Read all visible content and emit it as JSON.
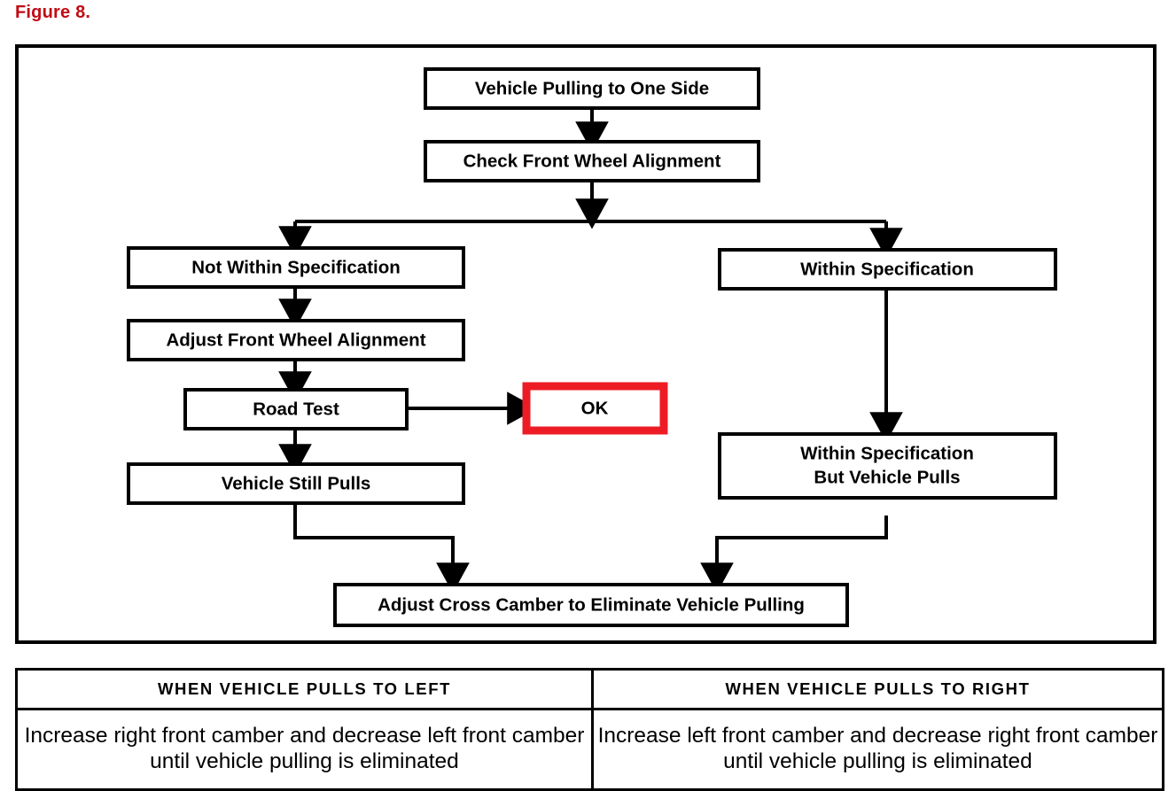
{
  "figure": {
    "label": "Figure 8.",
    "label_color": "#C10B15"
  },
  "flowchart": {
    "type": "flowchart",
    "nodes": {
      "start": "Vehicle Pulling to One Side",
      "check": "Check Front Wheel Alignment",
      "not_within_spec": "Not Within Specification",
      "adjust_alignment": "Adjust Front Wheel Alignment",
      "road_test": "Road Test",
      "ok": "OK",
      "vehicle_still_pulls": "Vehicle Still Pulls",
      "within_spec": "Within Specification",
      "within_spec_but_pulls_line1": "Within Specification",
      "within_spec_but_pulls_line2": "But Vehicle Pulls",
      "adjust_cross_camber": "Adjust Cross Camber to Eliminate Vehicle Pulling"
    },
    "ok_box_color": "#ED1C24",
    "line_color": "#000000",
    "edges": [
      {
        "from": "start",
        "to": "check"
      },
      {
        "from": "check",
        "to": "not_within_spec"
      },
      {
        "from": "check",
        "to": "within_spec"
      },
      {
        "from": "not_within_spec",
        "to": "adjust_alignment"
      },
      {
        "from": "adjust_alignment",
        "to": "road_test"
      },
      {
        "from": "road_test",
        "to": "ok"
      },
      {
        "from": "road_test",
        "to": "vehicle_still_pulls"
      },
      {
        "from": "within_spec",
        "to": "within_spec_but_pulls"
      },
      {
        "from": "vehicle_still_pulls",
        "to": "adjust_cross_camber"
      },
      {
        "from": "within_spec_but_pulls",
        "to": "adjust_cross_camber"
      }
    ]
  },
  "table": {
    "headers": [
      "WHEN VEHICLE PULLS TO LEFT",
      "WHEN VEHICLE PULLS TO RIGHT"
    ],
    "rows": [
      [
        "Increase right front camber and decrease left front camber until vehicle pulling is eliminated",
        "Increase left front camber and decrease right front camber until vehicle pulling is eliminated"
      ]
    ]
  }
}
